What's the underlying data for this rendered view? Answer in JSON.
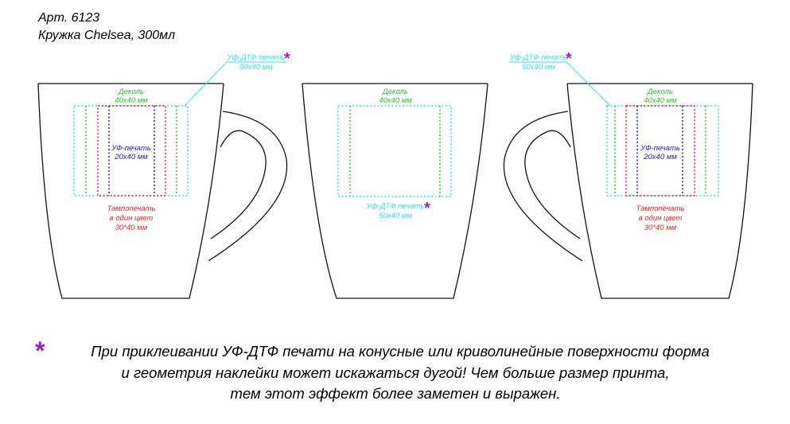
{
  "header": {
    "article": "Арт. 6123",
    "product": "Кружка Chelsea, 300мл"
  },
  "labels": {
    "decal": "Деколь",
    "decal_size": "40x40 мм",
    "uv": "УФ-печать",
    "uv_size": "20x40 мм",
    "pad": "Тампопечать",
    "pad_colors": "в один цвет",
    "pad_size": "30*40 мм",
    "uvdtf": "Уф-ДТФ печать",
    "uvdtf_size": "50x40 мм",
    "star": "*"
  },
  "footnote": {
    "star": "*",
    "line1": "При приклеивании УФ-ДТФ печати на конусные или криволинейные поверхности форма",
    "line2": "и геометрия наклейки может искажаться дугой! Чем больше размер принта,",
    "line3": "тем этот эффект более заметен и выражен."
  },
  "colors": {
    "decal": "#22cc22",
    "uv": "#1a1acc",
    "pad": "#ee2222",
    "uvdtf": "#2fe0f0",
    "star": "#9b1fd6"
  }
}
